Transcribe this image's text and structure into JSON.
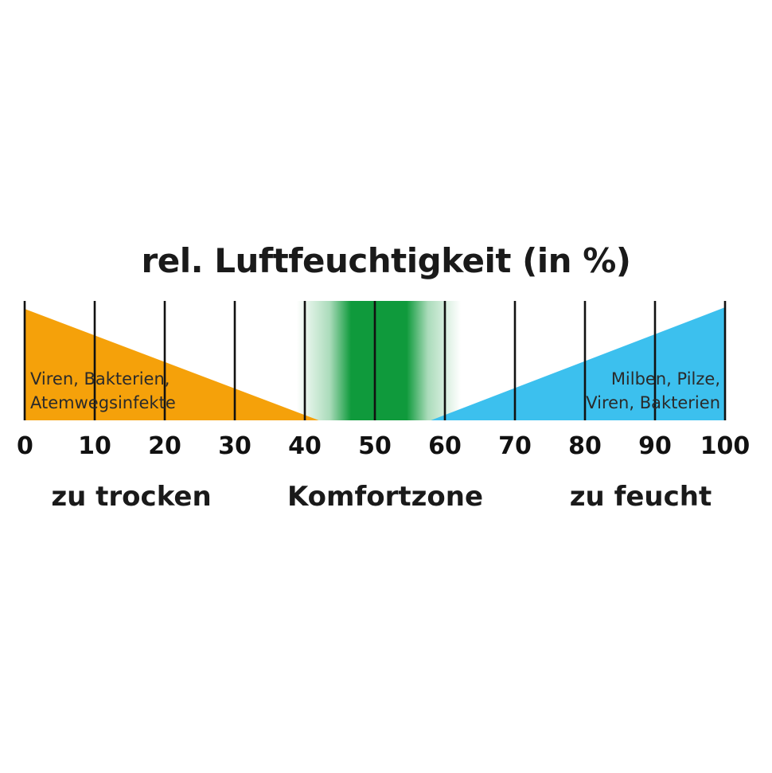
{
  "title": "rel. Luftfeuchtigkeit (in %)",
  "scale": {
    "min": 0,
    "max": 100,
    "ticks": [
      0,
      10,
      20,
      30,
      40,
      50,
      60,
      70,
      80,
      90,
      100
    ],
    "tick_labels": [
      "0",
      "10",
      "20",
      "30",
      "40",
      "50",
      "60",
      "70",
      "80",
      "90",
      "100"
    ]
  },
  "dry_risk": {
    "from": 0,
    "to": 42,
    "color": "#f5a10a",
    "label_lines": [
      "Viren, Bakterien,",
      "Atemwegsinfekte"
    ]
  },
  "comfort_band": {
    "from": 40,
    "to": 60,
    "core_from": 44,
    "core_to": 56,
    "color": "#0f9a3c"
  },
  "wet_risk": {
    "from": 58,
    "to": 100,
    "color": "#3cc0ee",
    "label_lines": [
      "Milben, Pilze,",
      "Viren, Bakterien"
    ]
  },
  "zones": {
    "dry": "zu trocken",
    "comfort": "Komfortzone",
    "wet": "zu feucht"
  }
}
